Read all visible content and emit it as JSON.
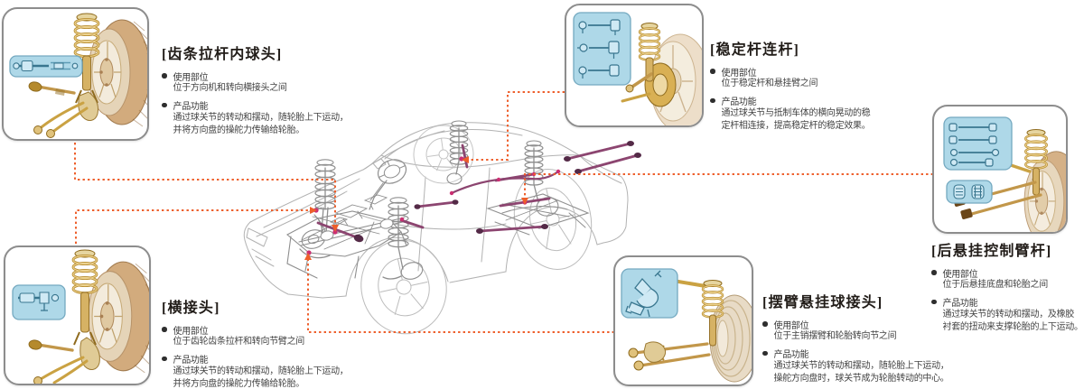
{
  "page": {
    "description": "汽车底盘悬挂与转向球头部件图解",
    "background": "#ffffff"
  },
  "colors": {
    "leader_line": "#ee5f2b",
    "box_border": "#8d8d8d",
    "title_text": "#211c18",
    "body_text": "#3c3c3c",
    "car_line": "#9d9d9d",
    "purple_part": "#8c4570",
    "joint_dot": "#cb2f72",
    "inset_blue": "#a9d4e6",
    "gold_part": "#cfa94e",
    "tire_sepia": "#cda273"
  },
  "callouts": [
    {
      "id": "rack-tie-rod-inner-ball-joint",
      "title": "[齿条拉杆内球头]",
      "sections": [
        {
          "label": "使用部位",
          "lines": [
            "位于方向机和转向横接头之间"
          ]
        },
        {
          "label": "产品功能",
          "lines": [
            "通过球关节的转动和摆动，随轮胎上下运动，",
            "并将方向盘的操舵力传输给轮胎。"
          ]
        }
      ]
    },
    {
      "id": "stabilizer-link",
      "title": "[稳定杆连杆]",
      "sections": [
        {
          "label": "使用部位",
          "lines": [
            "位于稳定杆和悬挂臂之间"
          ]
        },
        {
          "label": "产品功能",
          "lines": [
            "通过球关节与抵制车体的横向晃动的稳",
            "定杆相连接，提高稳定杆的稳定效果。"
          ]
        }
      ]
    },
    {
      "id": "rear-suspension-control-arm",
      "title": "[后悬挂控制臂杆]",
      "sections": [
        {
          "label": "使用部位",
          "lines": [
            "位于后悬挂底盘和轮胎之间"
          ]
        },
        {
          "label": "产品功能",
          "lines": [
            "通过球关节的转动和摆动，及橡胶",
            "衬套的扭动来支撑轮胎的上下运动。"
          ]
        }
      ]
    },
    {
      "id": "cross-joint",
      "title": "[横接头]",
      "sections": [
        {
          "label": "使用部位",
          "lines": [
            "位于齿轮齿条拉杆和转向节臂之间"
          ]
        },
        {
          "label": "产品功能",
          "lines": [
            "通过球关节的转动和摆动，随轮胎上下运动，",
            "并将方向盘的操舵力传输给轮胎。"
          ]
        }
      ]
    },
    {
      "id": "swing-arm-suspension-ball-joint",
      "title": "[摆臂悬挂球接头]",
      "sections": [
        {
          "label": "使用部位",
          "lines": [
            "位于主销摆臂和轮胎转向节之间"
          ]
        },
        {
          "label": "产品功能",
          "lines": [
            "通过球关节的转动和摆动，随轮胎上下运动，",
            "操舵方向盘时，球关节成为轮胎转动的中心。"
          ]
        }
      ]
    }
  ]
}
